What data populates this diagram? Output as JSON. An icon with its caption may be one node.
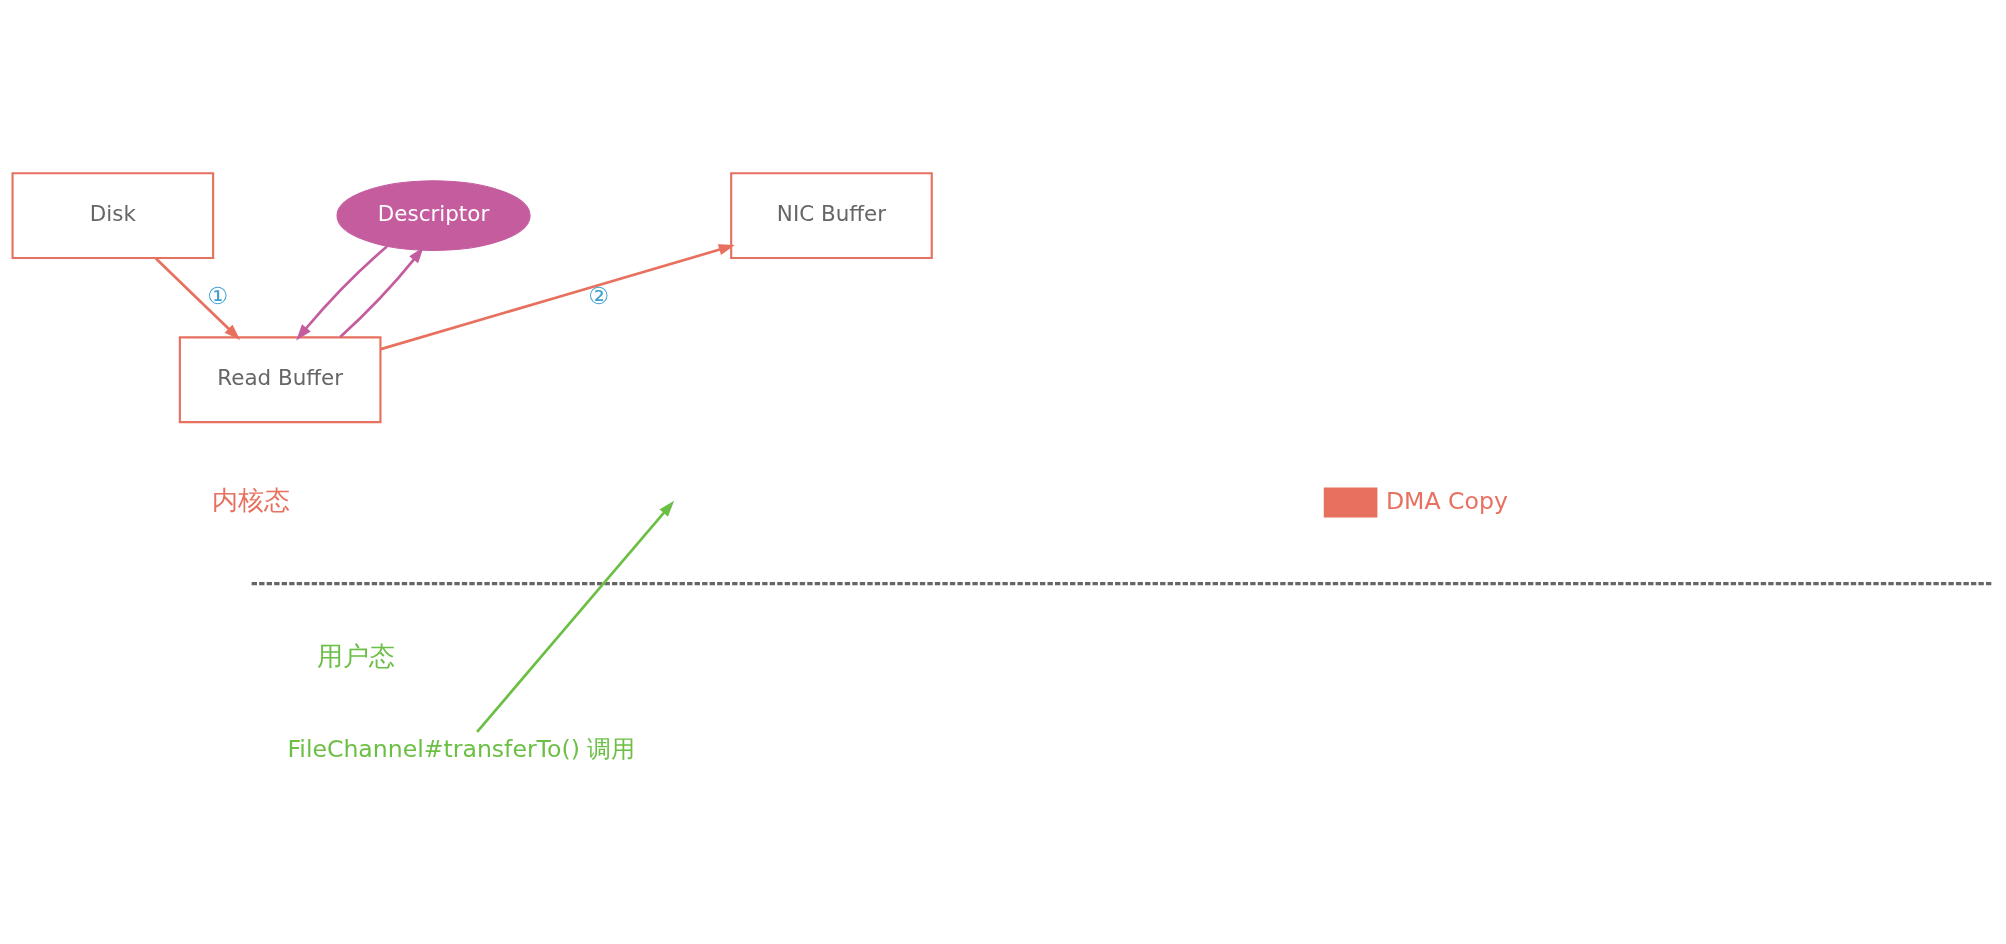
{
  "diagram": {
    "nodes": [
      {
        "text": [
          "Disk"
        ]
      },
      {
        "text": [
          "NIC Buffer"
        ]
      },
      {
        "text": [
          "Descriptor"
        ]
      },
      {
        "text": [
          "Read Buffer"
        ]
      },
      {
        "text": [
          "FileChannel#transferTo() 调用"
        ]
      }
    ],
    "edges": [
      {
        "from": 0,
        "to": 3,
        "arrow": "to",
        "label": "①"
      },
      {
        "from": 2,
        "to": 3,
        "arrow": "to",
        "color": "#c45c9e"
      },
      {
        "from": 3,
        "to": 2,
        "arrow": "to",
        "color": "#c45c9e"
      },
      {
        "from": 3,
        "to": 1,
        "arrow": "to",
        "label": "②"
      },
      {
        "from": 4,
        "to": null,
        "arrow": "to",
        "color": "#6cbf45"
      }
    ],
    "labels": [
      "内核态",
      "用户态"
    ],
    "legend": [
      {
        "text": "DMA Copy",
        "color": "#e8705f"
      }
    ]
  }
}
